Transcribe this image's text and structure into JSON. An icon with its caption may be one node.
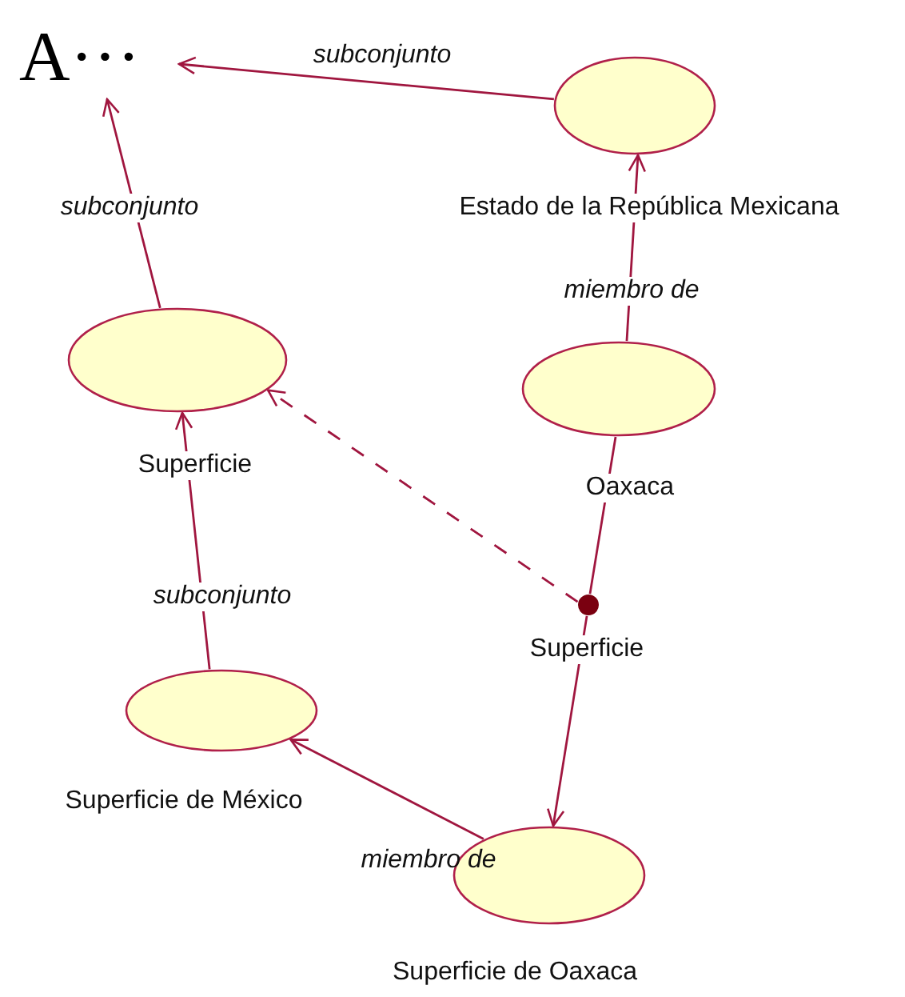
{
  "diagram": {
    "nodes": [
      {
        "text": [
          "A···"
        ]
      },
      {
        "text": [],
        "shape": "circle",
        "beside": [
          "Estado de la República Mexicana"
        ]
      },
      {
        "text": [],
        "shape": "circle",
        "beside": [
          "Superficie"
        ]
      },
      {
        "text": [],
        "shape": "circle",
        "beside": [
          "Oaxaca"
        ]
      },
      {
        "text": [],
        "shape": "circle",
        "beside": [
          "Superficie"
        ]
      },
      {
        "text": [],
        "shape": "circle",
        "beside": [
          "Superficie de México"
        ]
      },
      {
        "text": [],
        "shape": "circle",
        "beside": [
          "Superficie de Oaxaca"
        ]
      }
    ],
    "edges": [
      {
        "from": 1,
        "to": 0,
        "arrow": "to",
        "label": "subconjunto"
      },
      {
        "from": 2,
        "to": 0,
        "arrow": "to",
        "label": "subconjunto"
      },
      {
        "from": 3,
        "to": 1,
        "arrow": "to",
        "label": "miembro de"
      },
      {
        "from": 3,
        "to": 4,
        "arrow": "none"
      },
      {
        "from": 4,
        "to": 6,
        "arrow": "to"
      },
      {
        "from": 4,
        "to": 2,
        "arrow": "to",
        "style": "dashed"
      },
      {
        "from": 6,
        "to": 5,
        "arrow": "to",
        "label": "miembro de"
      },
      {
        "from": 5,
        "to": 2,
        "arrow": "to",
        "label": "subconjunto"
      }
    ]
  }
}
